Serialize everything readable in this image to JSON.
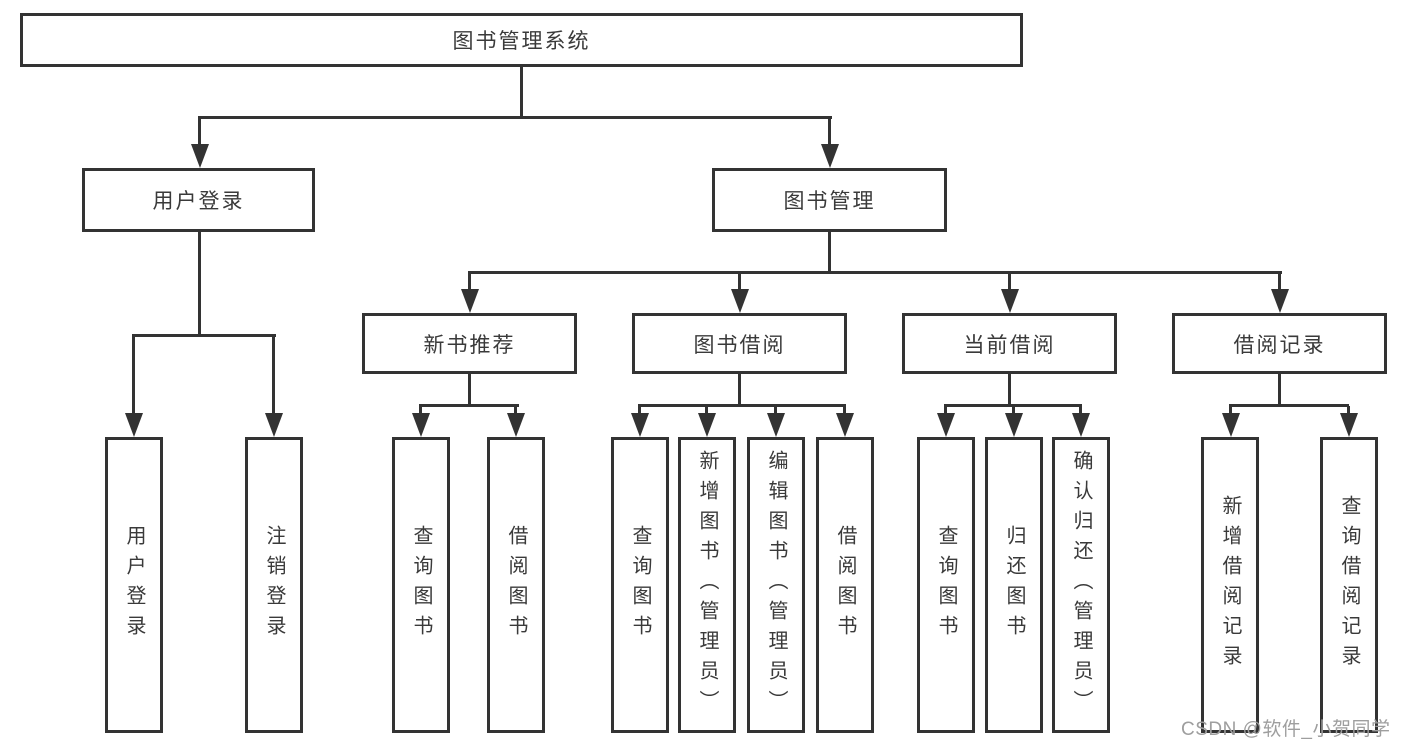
{
  "diagram_title": "图书管理系统",
  "nodes": {
    "root": {
      "label": "图书管理系统",
      "children": [
        "user_login",
        "book_management"
      ]
    },
    "user_login": {
      "label": "用户登录",
      "children": [
        "leaf_user_login",
        "leaf_logout"
      ]
    },
    "book_management": {
      "label": "图书管理",
      "children": [
        "new_book_recommend",
        "book_borrowing",
        "current_borrowing",
        "borrowing_records"
      ]
    },
    "new_book_recommend": {
      "label": "新书推荐",
      "children": [
        "leaf_nbr_query",
        "leaf_nbr_borrow"
      ]
    },
    "book_borrowing": {
      "label": "图书借阅",
      "children": [
        "leaf_bb_query",
        "leaf_bb_add",
        "leaf_bb_edit",
        "leaf_bb_borrow"
      ]
    },
    "current_borrowing": {
      "label": "当前借阅",
      "children": [
        "leaf_cb_query",
        "leaf_cb_return",
        "leaf_cb_confirm"
      ]
    },
    "borrowing_records": {
      "label": "借阅记录",
      "children": [
        "leaf_br_add",
        "leaf_br_query"
      ]
    },
    "leaf_user_login": {
      "label": "用户登录"
    },
    "leaf_logout": {
      "label": "注销登录"
    },
    "leaf_nbr_query": {
      "label": "查询图书"
    },
    "leaf_nbr_borrow": {
      "label": "借阅图书"
    },
    "leaf_bb_query": {
      "label": "查询图书"
    },
    "leaf_bb_add": {
      "label": "新增图书（管理员）"
    },
    "leaf_bb_edit": {
      "label": "编辑图书（管理员）"
    },
    "leaf_bb_borrow": {
      "label": "借阅图书"
    },
    "leaf_cb_query": {
      "label": "查询图书"
    },
    "leaf_cb_return": {
      "label": "归还图书"
    },
    "leaf_cb_confirm": {
      "label": "确认归还（管理员）"
    },
    "leaf_br_add": {
      "label": "新增借阅记录"
    },
    "leaf_br_query": {
      "label": "查询借阅记录"
    }
  },
  "watermark": {
    "text": "CSDN @软件_小贺同学",
    "color": "#9e9e9e"
  },
  "colors": {
    "line": "#333333",
    "box_border": "#333333",
    "box_background": "#ffffff",
    "label_text": "#3a3a3a"
  }
}
